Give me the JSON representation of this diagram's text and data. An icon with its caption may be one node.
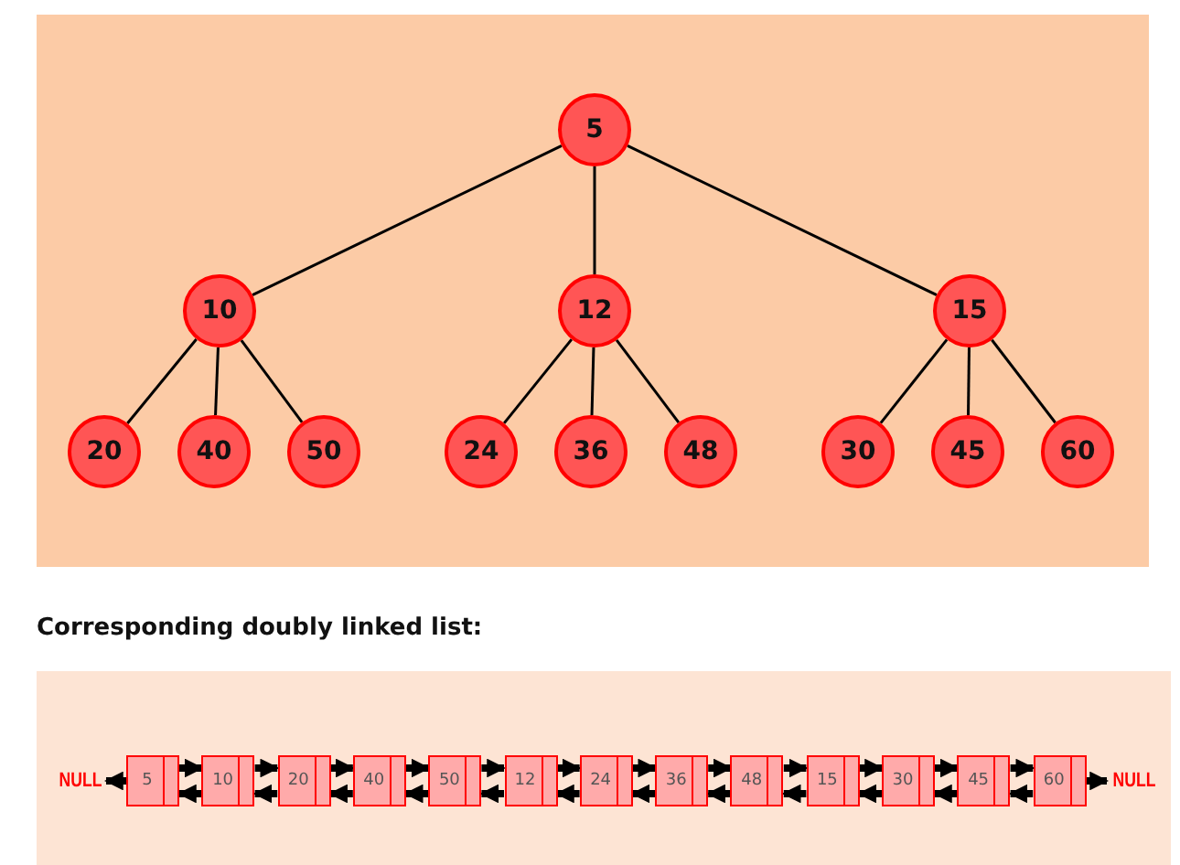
{
  "diagram": {
    "nodes": [
      {
        "text": [
          "5"
        ]
      },
      {
        "text": [
          "10"
        ]
      },
      {
        "text": [
          "12"
        ]
      },
      {
        "text": [
          "15"
        ]
      },
      {
        "text": [
          "20"
        ]
      },
      {
        "text": [
          "40"
        ]
      },
      {
        "text": [
          "50"
        ]
      },
      {
        "text": [
          "24"
        ]
      },
      {
        "text": [
          "36"
        ]
      },
      {
        "text": [
          "48"
        ]
      },
      {
        "text": [
          "30"
        ]
      },
      {
        "text": [
          "45"
        ]
      },
      {
        "text": [
          "60"
        ]
      },
      {
        "text": [
          "NULL"
        ]
      },
      {
        "text": [
          "5"
        ]
      },
      {
        "text": [
          "10"
        ]
      },
      {
        "text": [
          "20"
        ]
      },
      {
        "text": [
          "40"
        ]
      },
      {
        "text": [
          "50"
        ]
      },
      {
        "text": [
          "12"
        ]
      },
      {
        "text": [
          "24"
        ]
      },
      {
        "text": [
          "36"
        ]
      },
      {
        "text": [
          "48"
        ]
      },
      {
        "text": [
          "15"
        ]
      },
      {
        "text": [
          "30"
        ]
      },
      {
        "text": [
          "45"
        ]
      },
      {
        "text": [
          "60"
        ]
      },
      {
        "text": [
          "NULL"
        ]
      }
    ],
    "edges": [
      {
        "from": 0,
        "to": 1,
        "arrow": "none"
      },
      {
        "from": 0,
        "to": 2,
        "arrow": "none"
      },
      {
        "from": 0,
        "to": 3,
        "arrow": "none"
      },
      {
        "from": 1,
        "to": 4,
        "arrow": "none"
      },
      {
        "from": 1,
        "to": 5,
        "arrow": "none"
      },
      {
        "from": 1,
        "to": 6,
        "arrow": "none"
      },
      {
        "from": 2,
        "to": 7,
        "arrow": "none"
      },
      {
        "from": 2,
        "to": 8,
        "arrow": "none"
      },
      {
        "from": 2,
        "to": 9,
        "arrow": "none"
      },
      {
        "from": 3,
        "to": 10,
        "arrow": "none"
      },
      {
        "from": 3,
        "to": 11,
        "arrow": "none"
      },
      {
        "from": 3,
        "to": 12,
        "arrow": "none"
      },
      {
        "from": 14,
        "to": 13,
        "arrow": "to"
      },
      {
        "from": 14,
        "to": 15,
        "arrow": "to"
      },
      {
        "from": 15,
        "to": 14,
        "arrow": "to"
      },
      {
        "from": 15,
        "to": 16,
        "arrow": "to"
      },
      {
        "from": 16,
        "to": 15,
        "arrow": "to"
      },
      {
        "from": 16,
        "to": 17,
        "arrow": "to"
      },
      {
        "from": 17,
        "to": 16,
        "arrow": "to"
      },
      {
        "from": 17,
        "to": 18,
        "arrow": "to"
      },
      {
        "from": 18,
        "to": 17,
        "arrow": "to"
      },
      {
        "from": 18,
        "to": 19,
        "arrow": "to"
      },
      {
        "from": 19,
        "to": 18,
        "arrow": "to"
      },
      {
        "from": 19,
        "to": 20,
        "arrow": "to"
      },
      {
        "from": 20,
        "to": 19,
        "arrow": "to"
      },
      {
        "from": 20,
        "to": 21,
        "arrow": "to"
      },
      {
        "from": 21,
        "to": 20,
        "arrow": "to"
      },
      {
        "from": 21,
        "to": 22,
        "arrow": "to"
      },
      {
        "from": 22,
        "to": 21,
        "arrow": "to"
      },
      {
        "from": 22,
        "to": 23,
        "arrow": "to"
      },
      {
        "from": 23,
        "to": 22,
        "arrow": "to"
      },
      {
        "from": 23,
        "to": 24,
        "arrow": "to"
      },
      {
        "from": 24,
        "to": 23,
        "arrow": "to"
      },
      {
        "from": 24,
        "to": 25,
        "arrow": "to"
      },
      {
        "from": 25,
        "to": 24,
        "arrow": "to"
      },
      {
        "from": 25,
        "to": 26,
        "arrow": "to"
      },
      {
        "from": 26,
        "to": 25,
        "arrow": "to"
      },
      {
        "from": 26,
        "to": 27,
        "arrow": "to"
      }
    ],
    "labels": [
      "Corresponding doubly linked list:"
    ]
  }
}
